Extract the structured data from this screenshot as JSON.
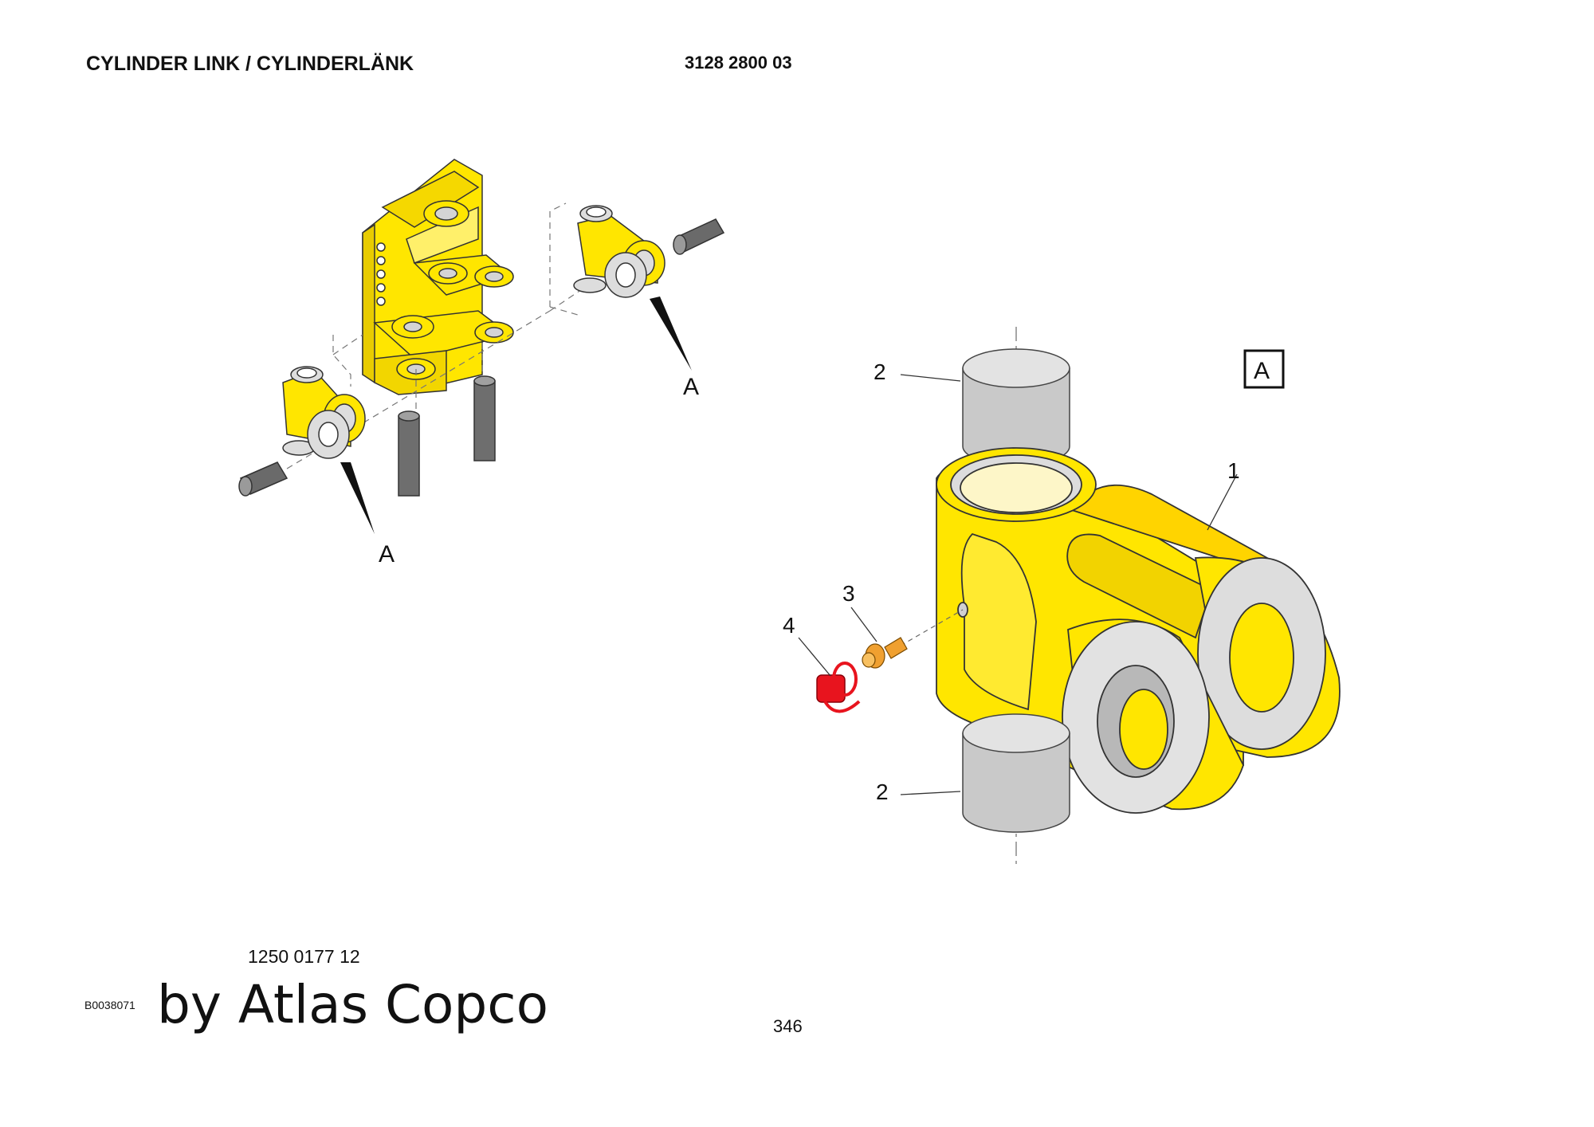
{
  "header": {
    "title": "CYLINDER LINK / CYLINDERLÄNK",
    "document_number": "3128 2800 03"
  },
  "drawing": {
    "view_marker": "A",
    "pointer_label_left": "A",
    "pointer_label_right": "A",
    "callouts": [
      "1",
      "2",
      "2",
      "3",
      "4"
    ],
    "colors": {
      "body": "#ffe600",
      "bushing": "#c9c9c9",
      "grease_nipple": "#f0a030",
      "cap": "#e8141e"
    }
  },
  "footer": {
    "part_number": "1250 0177 12",
    "figure_id": "B0038071",
    "brand": "by Atlas Copco",
    "page_number": "346"
  }
}
